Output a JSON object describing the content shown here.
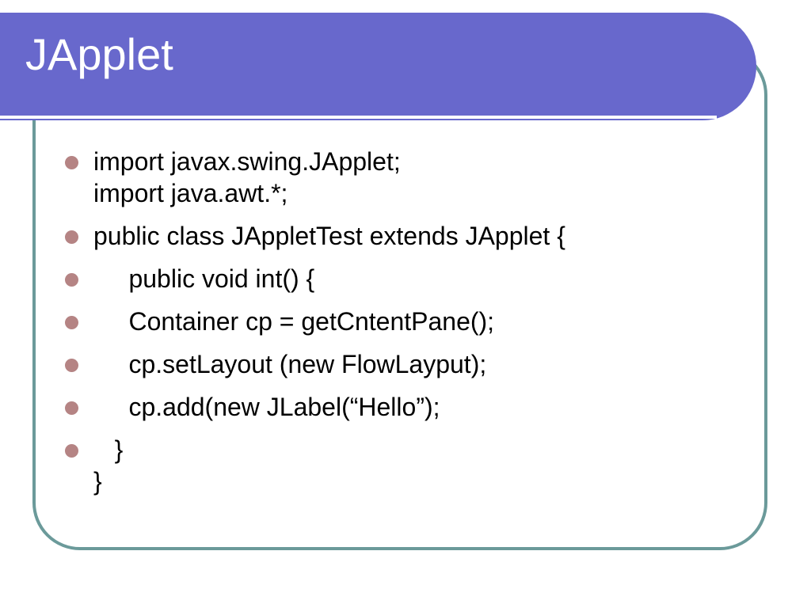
{
  "slide": {
    "title": "JApplet",
    "bullets": [
      {
        "lines": [
          "import javax.swing.JApplet;",
          "import java.awt.*;"
        ]
      },
      {
        "lines": [
          "public class JAppletTest extends JApplet {"
        ]
      },
      {
        "lines": [
          "     public void int() {"
        ]
      },
      {
        "lines": [
          "     Container cp = getCntentPane();"
        ]
      },
      {
        "lines": [
          "     cp.setLayout (new FlowLayput);"
        ]
      },
      {
        "lines": [
          "     cp.add(new JLabel(“Hello”);"
        ]
      },
      {
        "lines": [
          "   }",
          "}"
        ]
      }
    ]
  },
  "colors": {
    "title_bar": "#6868cc",
    "frame_border": "#6b9a9a",
    "bullet": "#b58484",
    "title_text": "#ffffff",
    "body_text": "#000000"
  }
}
